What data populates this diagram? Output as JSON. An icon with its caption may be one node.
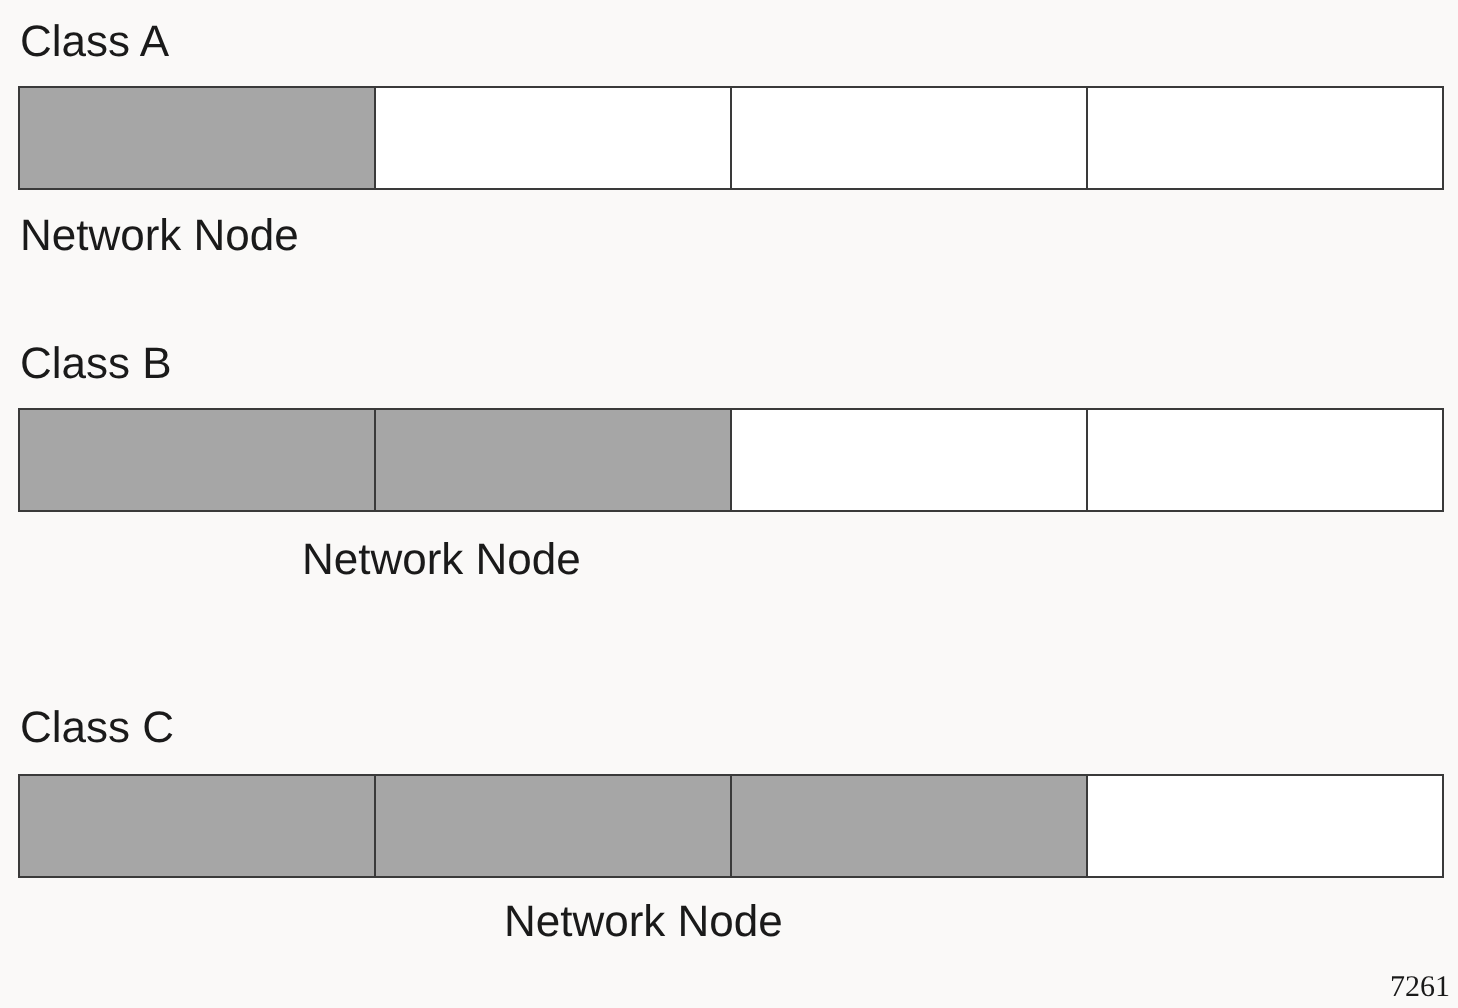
{
  "diagram": {
    "nodes": [
      {
        "text": [
          "Class A"
        ],
        "beside": [
          "Network Node"
        ]
      },
      {
        "text": [],
        "shape": "box",
        "in": 0
      },
      {
        "text": [],
        "shape": "box",
        "in": 0
      },
      {
        "text": [],
        "shape": "box",
        "in": 0
      },
      {
        "text": [],
        "shape": "box",
        "in": 0
      },
      {
        "text": [
          "Class B"
        ],
        "beside": [
          "Network Node"
        ]
      },
      {
        "text": [],
        "shape": "box",
        "in": 5
      },
      {
        "text": [],
        "shape": "box",
        "in": 5
      },
      {
        "text": [],
        "shape": "box",
        "in": 5
      },
      {
        "text": [],
        "shape": "box",
        "in": 5
      },
      {
        "text": [
          "Class C"
        ],
        "beside": [
          "Network Node"
        ]
      },
      {
        "text": [],
        "shape": "box",
        "in": 10
      },
      {
        "text": [],
        "shape": "box",
        "in": 10
      },
      {
        "text": [],
        "shape": "box",
        "in": 10
      },
      {
        "text": [],
        "shape": "box",
        "in": 10
      }
    ],
    "labels": [
      "7261"
    ]
  }
}
